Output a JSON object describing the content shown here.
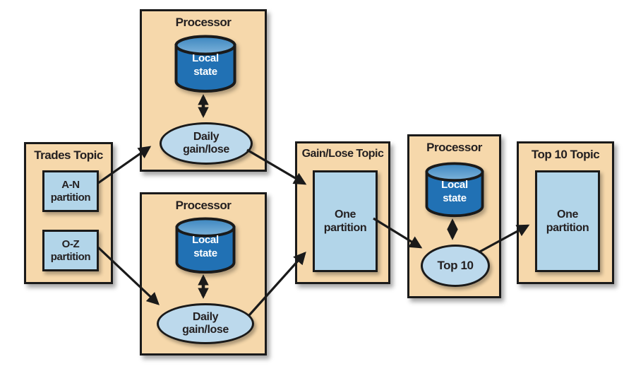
{
  "colors": {
    "background": "#ffffff",
    "topic_box_fill": "#f6d8ab",
    "partition_fill": "#b2d5e9",
    "ellipse_fill": "#bcd9ec",
    "cylinder_body": "#2171b4",
    "cylinder_top_light": "#7db3da",
    "cylinder_top_dark": "#3c86c0",
    "border": "#1a1a1a",
    "text_dark": "#242021",
    "text_light": "#ffffff"
  },
  "nodes": {
    "trades_topic": {
      "title": "Trades Topic",
      "partition_an": {
        "line1": "A-N",
        "line2": "partition"
      },
      "partition_oz": {
        "line1": "O-Z",
        "line2": "partition"
      }
    },
    "processor_top": {
      "title": "Processor",
      "store": {
        "line1": "Local",
        "line2": "state"
      },
      "task": {
        "line1": "Daily",
        "line2": "gain/lose"
      }
    },
    "processor_bottom": {
      "title": "Processor",
      "store": {
        "line1": "Local",
        "line2": "state"
      },
      "task": {
        "line1": "Daily",
        "line2": "gain/lose"
      }
    },
    "gainlose_topic": {
      "title": "Gain/Lose Topic",
      "partition": {
        "line1": "One",
        "line2": "partition"
      }
    },
    "processor_right": {
      "title": "Processor",
      "store": {
        "line1": "Local",
        "line2": "state"
      },
      "task": {
        "line1": "Top 10"
      }
    },
    "top10_topic": {
      "title": "Top 10 Topic",
      "partition": {
        "line1": "One",
        "line2": "partition"
      }
    }
  },
  "edges": [
    {
      "from": "A-N partition",
      "to": "Daily gain/lose (top processor)"
    },
    {
      "from": "O-Z partition",
      "to": "Daily gain/lose (bottom processor)"
    },
    {
      "from": "Daily gain/lose (top processor)",
      "to": "Gain/Lose Topic one partition"
    },
    {
      "from": "Daily gain/lose (bottom processor)",
      "to": "Gain/Lose Topic one partition"
    },
    {
      "from": "Gain/Lose Topic one partition",
      "to": "Top 10"
    },
    {
      "from": "Top 10",
      "to": "Top 10 Topic one partition"
    },
    {
      "from": "Local state (top processor)",
      "to": "Daily gain/lose (top)",
      "bidirectional": true
    },
    {
      "from": "Local state (bottom processor)",
      "to": "Daily gain/lose (bottom)",
      "bidirectional": true
    },
    {
      "from": "Local state (right processor)",
      "to": "Top 10",
      "bidirectional": true
    }
  ]
}
